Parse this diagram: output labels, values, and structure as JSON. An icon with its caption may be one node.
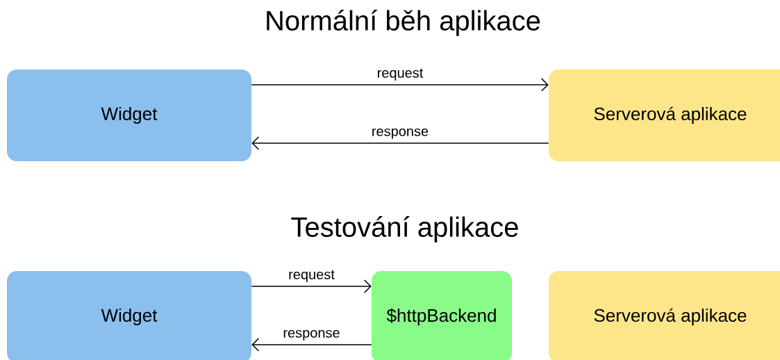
{
  "diagram": {
    "title": "Normální běh aplikace",
    "nodes": [
      {
        "text": [
          "Widget"
        ]
      },
      {
        "text": [
          "Serverová aplikace"
        ]
      },
      {
        "text": [
          "Widget"
        ]
      },
      {
        "text": [
          "$httpBackend"
        ]
      },
      {
        "text": [
          "Serverová aplikace"
        ]
      }
    ],
    "edges": [
      {
        "from": 0,
        "to": 1,
        "arrow": "to",
        "label": "request"
      },
      {
        "from": 1,
        "to": 0,
        "arrow": "to",
        "label": "response"
      },
      {
        "from": 2,
        "to": 3,
        "arrow": "to",
        "label": "request"
      },
      {
        "from": 3,
        "to": 2,
        "arrow": "to",
        "label": "response"
      }
    ],
    "labels": [
      "Testování aplikace"
    ]
  }
}
